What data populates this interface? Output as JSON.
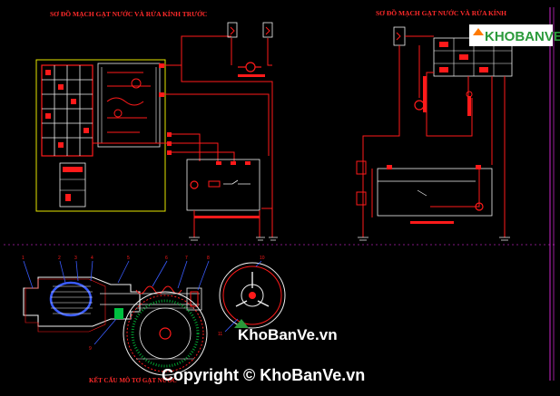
{
  "titles": {
    "left_schematic": "SƠ ĐỒ MẠCH GẠT NƯỚC VÀ RỬA KÍNH TRƯỚC",
    "right_schematic": "SƠ ĐỒ MẠCH GẠT NƯỚC VÀ RỬA KÍNH",
    "motor_structure": "KẾT CẤU MÔ TƠ GẠT NƯỚC"
  },
  "part_numbers": [
    "1",
    "2",
    "3",
    "4",
    "5",
    "6",
    "7",
    "8",
    "9",
    "10",
    "11"
  ],
  "watermarks": {
    "logo": "KHOBANVE",
    "site": "KhoBanVe.vn",
    "copyright": "Copyright © KhoBanVe.vn"
  },
  "colors": {
    "background": "#000000",
    "wire_red": "#ff1a1a",
    "line_white": "#f0f0f0",
    "frame_yellow": "#e6e600",
    "leader_blue": "#3a5cff",
    "highlight_green": "#00c040",
    "frame_magenta": "#ff33ff"
  }
}
